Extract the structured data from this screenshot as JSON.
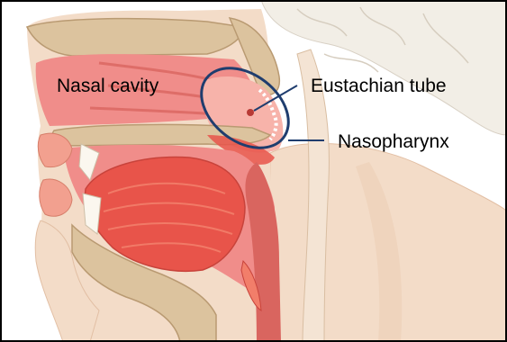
{
  "labels": {
    "nasal_cavity": "Nasal cavity",
    "eustachian_tube": "Eustachian tube",
    "nasopharynx": "Nasopharynx"
  },
  "colors": {
    "skin": "#f3dcc8",
    "skin_shadow": "#e7c3a6",
    "cavity": "#f08d8a",
    "cavity_light": "#f7b3aa",
    "mucosa_dark": "#d9655f",
    "bone": "#dcc39e",
    "bone_dark": "#b99a72",
    "muscle": "#e8544a",
    "muscle_light": "#f27e6a",
    "brain": "#f2eee6",
    "annotation": "#1f3d6e",
    "frame": "#000000"
  }
}
